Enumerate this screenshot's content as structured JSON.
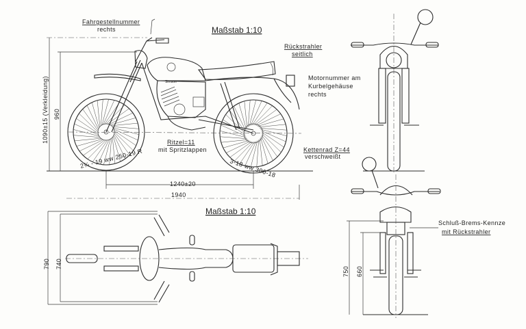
{
  "scale_label_side": "Maßstab 1:10",
  "scale_label_top": "Maßstab 1:10",
  "labels": {
    "frame_number": [
      "Fahrgestellnummer",
      "rechts"
    ],
    "side_reflector": [
      "Rückstrahler",
      "seitlich"
    ],
    "engine_number": [
      "Motornummer am",
      "Kurbelgehäuse",
      "rechts"
    ],
    "pinion": "Ritzel=11",
    "mudflap": "mit Spritzlappen",
    "sprocket": [
      "Kettenrad Z=44",
      "verschweißt"
    ],
    "front_tire": "2¾ - 19 ww 250-19 R",
    "rear_tire": "3-18 ww 300-18",
    "tail_light": [
      "Schluß-Brems-Kennze",
      "mit Rückstrahler"
    ]
  },
  "dimensions": {
    "height_fairing": "1090±15 (Verkleidung)",
    "seat_height": "960",
    "wheelbase": "1240±20",
    "length": "1940",
    "width_outer": "790",
    "width_inner": "740",
    "front_view_height": "750",
    "front_view_height_inner": "660"
  },
  "tank_badge": "Simson"
}
